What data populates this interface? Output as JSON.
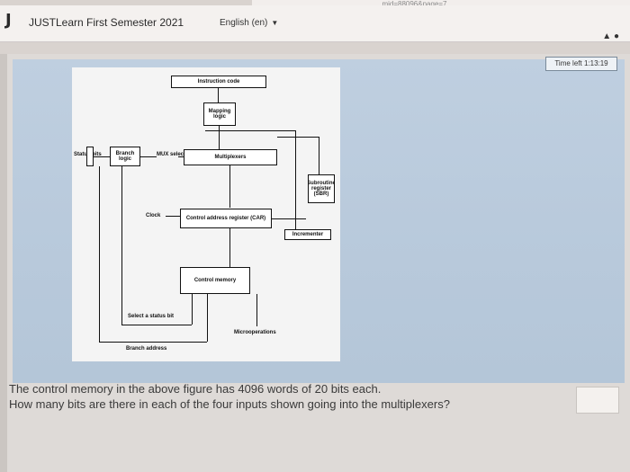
{
  "browser": {
    "url_fragment": "..mid=88096&page=7"
  },
  "header": {
    "logo": "J",
    "title": "JUSTLearn First Semester 2021",
    "language": "English (en)"
  },
  "timer": {
    "label": "Time left 1:13:19"
  },
  "figure": {
    "instruction_code": "Instruction code",
    "mapping_logic": "Mapping logic",
    "status_bits": "Status bits",
    "branch_logic": "Branch logic",
    "mux_select": "MUX select",
    "multiplexers": "Multiplexers",
    "subroutine_register": "Subroutine register (SBR)",
    "clock": "Clock",
    "car": "Control address register (CAR)",
    "incrementer": "Incrementer",
    "control_memory": "Control memory",
    "select_status_bit": "Select a status bit",
    "microoperations": "Microoperations",
    "branch_address": "Branch address"
  },
  "question": {
    "line1": "The control memory in the above figure has 4096 words of 20 bits each.",
    "line2": "How many bits are there in each of the four inputs shown going into the multiplexers?",
    "answer_value": ""
  }
}
